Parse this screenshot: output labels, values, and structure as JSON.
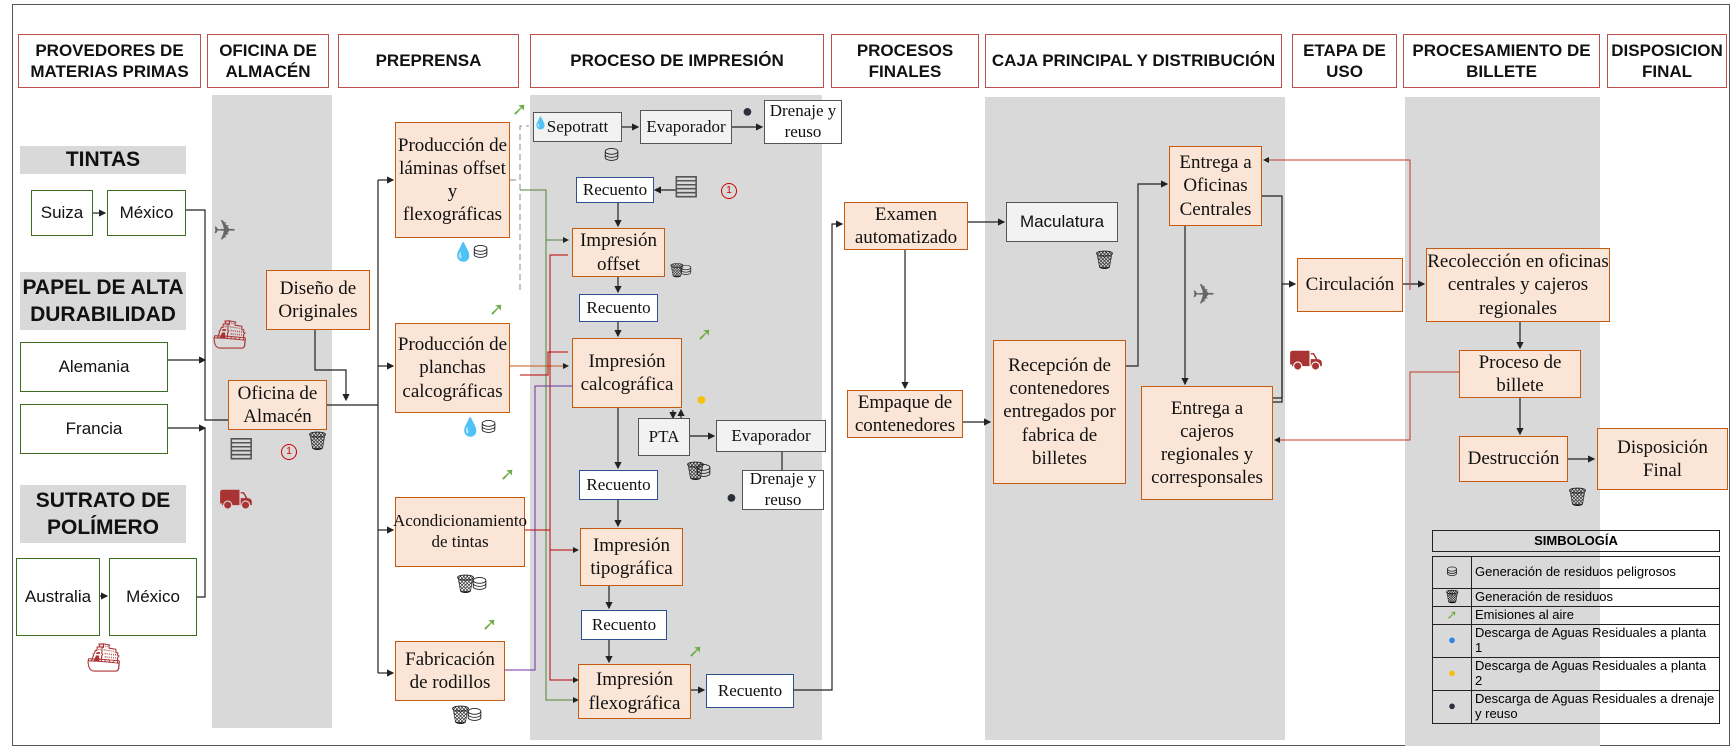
{
  "headers": [
    "PROVEDORES DE MATERIAS PRIMAS",
    "OFICINA DE ALMACÉN",
    "PREPRENSA",
    "PROCESO DE IMPRESIÓN",
    "PROCESOS FINALES",
    "CAJA PRINCIPAL Y DISTRIBUCIÓN",
    "ETAPA DE USO",
    "PROCESAMIENTO DE BILLETE",
    "DISPOSICION FINAL"
  ],
  "suppliers": {
    "tintas": "TINTAS",
    "papel": "PAPEL DE ALTA DURABILIDAD",
    "sustrato": "SUTRATO DE POLÍMERO",
    "suiza": "Suiza",
    "mexico1": "México",
    "alemania": "Alemania",
    "francia": "Francia",
    "australia": "Australia",
    "mexico2": "México"
  },
  "almacen": {
    "diseno": "Diseño de Originales",
    "oficina": "Oficina de Almacén"
  },
  "preprensa": {
    "laminas": "Producción de láminas offset y flexográficas",
    "planchas": "Producción de planchas calcográficas",
    "tintas": "Acondicionamiento de tintas",
    "rodillos": "Fabricación de rodillos"
  },
  "impresion": {
    "sepotratt": "Sepotratt",
    "evaporador1": "Evaporador",
    "drenaje1": "Drenaje y reuso",
    "recuento1": "Recuento",
    "offset": "Impresión offset",
    "recuento2": "Recuento",
    "calco": "Impresión calcográfica",
    "pta": "PTA",
    "evaporador2": "Evaporador",
    "drenaje2": "Drenaje y reuso",
    "recuento3": "Recuento",
    "tipo": "Impresión tipográfica",
    "recuento4": "Recuento",
    "flexo": "Impresión flexográfica",
    "recuento5": "Recuento"
  },
  "finales": {
    "examen": "Examen automatizado",
    "maculatura": "Maculatura",
    "empaque": "Empaque de contenedores"
  },
  "caja": {
    "recepcion": "Recepción de contenedores entregados por fabrica de billetes",
    "oficinas": "Entrega a Oficinas Centrales",
    "cajeros": "Entrega a cajeros regionales y corresponsales"
  },
  "uso": {
    "circulacion": "Circulación"
  },
  "procesamiento": {
    "recoleccion": "Recolección en oficinas centrales y cajeros regionales",
    "proceso": "Proceso de billete",
    "destruccion": "Destrucción"
  },
  "disposicion": {
    "final": "Disposición Final"
  },
  "badge": "1",
  "legend": {
    "title": "SIMBOLOGÍA",
    "items": [
      {
        "icon": "hazardous-waste-icon",
        "text": "Generación de residuos peligrosos"
      },
      {
        "icon": "trash-icon",
        "text": "Generación de residuos"
      },
      {
        "icon": "air-emission-arrow-icon",
        "text": "Emisiones al aire"
      },
      {
        "icon": "water-drop-blue-icon",
        "text": "Descarga de Aguas Residuales  a planta 1"
      },
      {
        "icon": "water-drop-yellow-icon",
        "text": "Descarga de Aguas Residuales  a planta 2"
      },
      {
        "icon": "water-drop-dark-icon",
        "text": "Descarga de Aguas Residuales  a drenaje y reuso"
      }
    ]
  },
  "colors": {
    "band": "#d9d9d9",
    "process_fill": "#fbe5d6",
    "process_border": "#c55a11",
    "header_border": "#c0504d",
    "arrow_green": "#70ad47",
    "drop_blue": "#2e86de",
    "drop_yellow": "#f4c20d",
    "drop_dark": "#2b2f3a"
  }
}
